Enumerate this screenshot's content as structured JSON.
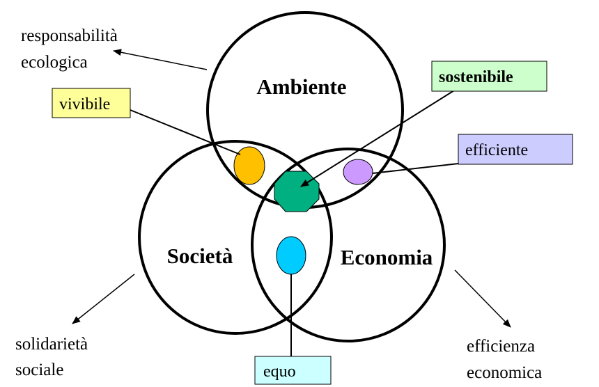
{
  "circles": {
    "ambiente": "Ambiente",
    "societa": "Società",
    "economia": "Economia"
  },
  "outer_labels": {
    "responsabilita_line1": "responsabilità",
    "responsabilita_line2": "ecologica",
    "solidarieta_line1": "solidarietà",
    "solidarieta_line2": "sociale",
    "efficienza_line1": "efficienza",
    "efficienza_line2": "economica"
  },
  "boxes": {
    "vivibile": "vivibile",
    "sostenibile": "sostenibile",
    "efficiente": "efficiente",
    "equo": "equo"
  },
  "colors": {
    "vivibile_box": "#ffff99",
    "sostenibile_box": "#ccffcc",
    "efficiente_box": "#ccccff",
    "equo_box": "#ccffff",
    "vivibile_marker": "#ffc000",
    "sostenibile_marker": "#00b080",
    "efficiente_marker": "#cc99ff",
    "equo_marker": "#00ccff"
  }
}
